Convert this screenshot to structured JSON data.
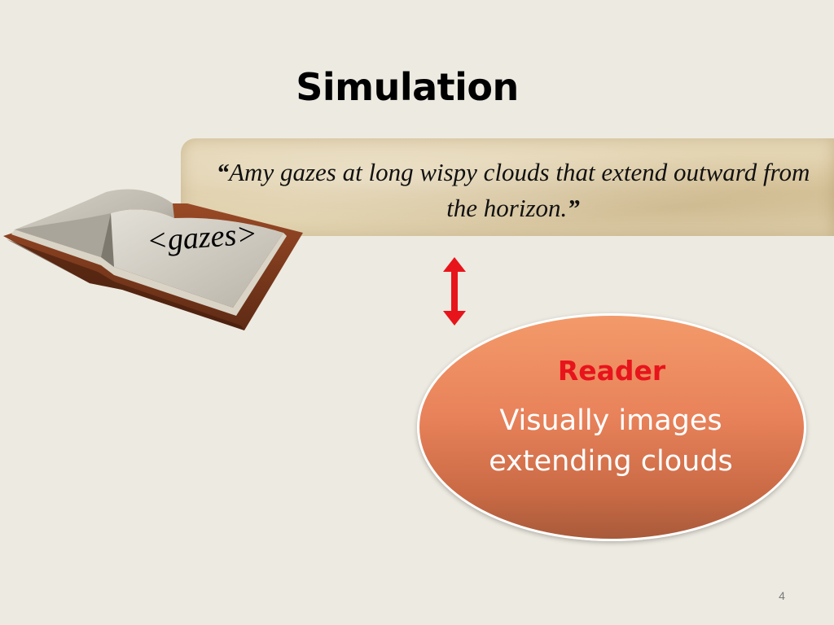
{
  "slide": {
    "title": "Simulation",
    "quote": {
      "open_mark": "“",
      "text": "Amy gazes at long wispy clouds that extend outward from the horizon.",
      "close_mark": "”"
    },
    "book_word": "<gazes>",
    "reader": {
      "label": "Reader",
      "description": "Visually images extending clouds"
    },
    "page_number": "4"
  },
  "colors": {
    "background": "#edeae1",
    "reader_label": "#e8141b",
    "arrow": "#e8141b",
    "ellipse": "#e8825a"
  },
  "icons": {
    "book": "open-book-icon",
    "arrow": "double-vertical-arrow-icon"
  }
}
